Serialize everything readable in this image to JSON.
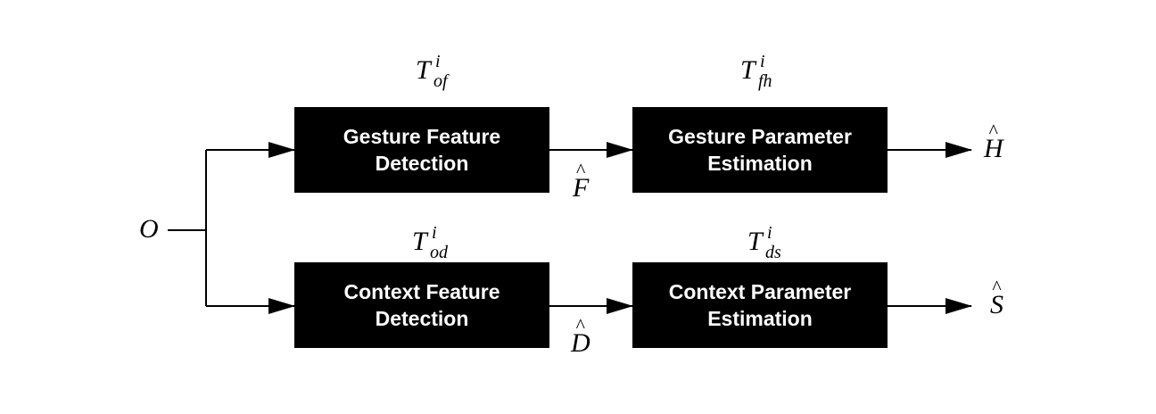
{
  "input_label": "O",
  "blocks": {
    "gesture_feature": {
      "line1": "Gesture Feature",
      "line2": "Detection"
    },
    "gesture_param": {
      "line1": "Gesture Parameter",
      "line2": "Estimation"
    },
    "context_feature": {
      "line1": "Context Feature",
      "line2": "Detection"
    },
    "context_param": {
      "line1": "Context Parameter",
      "line2": "Estimation"
    }
  },
  "timing_labels": {
    "of": {
      "base": "T",
      "sup": "i",
      "sub": "of"
    },
    "fh": {
      "base": "T",
      "sup": "i",
      "sub": "fh"
    },
    "od": {
      "base": "T",
      "sup": "i",
      "sub": "od"
    },
    "ds": {
      "base": "T",
      "sup": "i",
      "sub": "ds"
    }
  },
  "estimates": {
    "F": "F",
    "H": "H",
    "D": "D",
    "S": "S"
  }
}
